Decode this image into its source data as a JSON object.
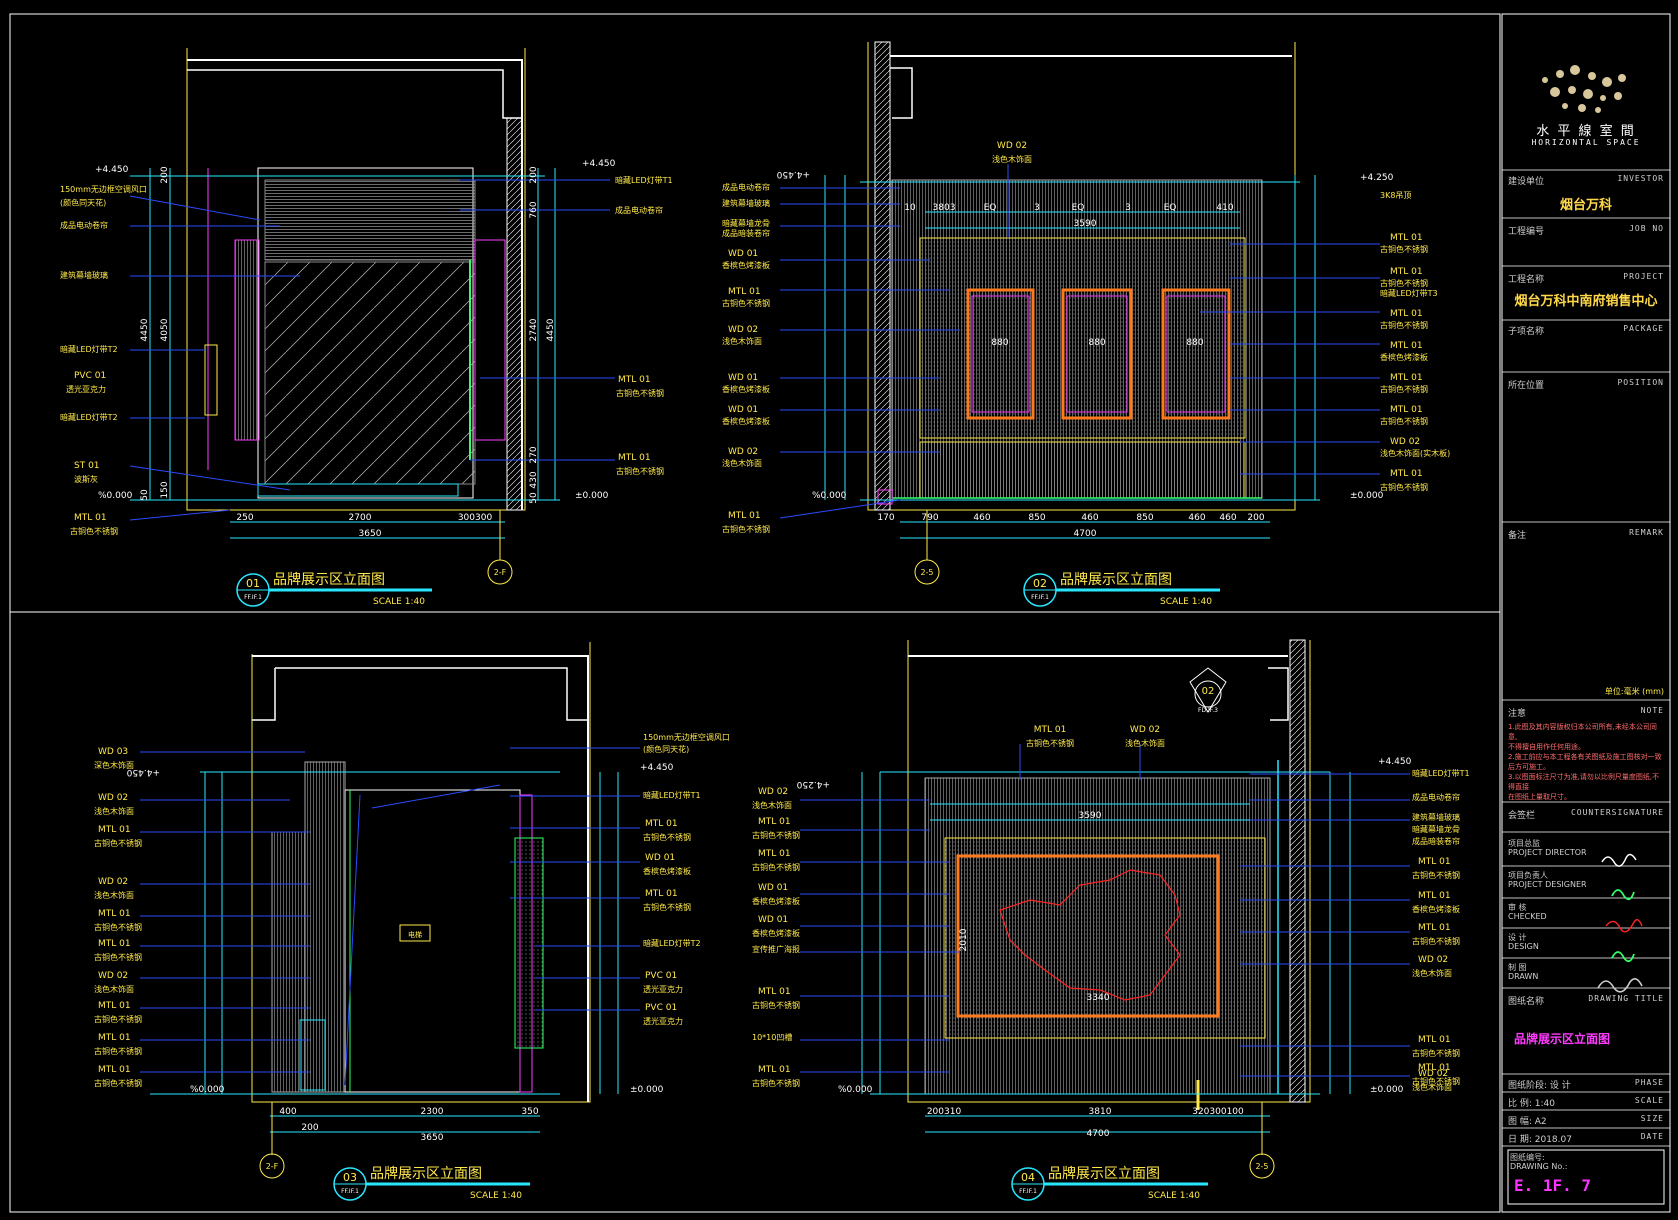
{
  "views": [
    {
      "num": "01",
      "ref": "FF.IF.1",
      "title": "品牌展示区立面图",
      "scale": "SCALE 1:40",
      "grid": "2-F"
    },
    {
      "num": "02",
      "ref": "FF.IF.1",
      "title": "品牌展示区立面图",
      "scale": "SCALE 1:40",
      "grid": "2-5"
    },
    {
      "num": "03",
      "ref": "FF.IF.1",
      "title": "品牌展示区立面图",
      "scale": "SCALE 1:40",
      "grid": "2-F"
    },
    {
      "num": "04",
      "ref": "FF.IF.1",
      "title": "品牌展示区立面图",
      "scale": "SCALE 1:40",
      "grid": "2-5"
    }
  ],
  "callout": {
    "num": "02",
    "ref": "FD.IF.3"
  },
  "elev": {
    "top450": "+4.450",
    "top250": "+4.250",
    "floor": "±0.000",
    "floor_b": "%0.000"
  },
  "view01": {
    "left_labels": [
      "150mm无边框空调风口",
      "(颜色同天花)",
      "成品电动卷帘",
      "建筑幕墙玻璃",
      "暗藏LED灯带T2",
      "PVC 01",
      "透光亚克力",
      "暗藏LED灯带T2",
      "ST 01",
      "波斯灰",
      "MTL 01",
      "古铜色不锈钢"
    ],
    "right_labels": [
      "暗藏LED灯带T1",
      "成品电动卷帘",
      "MTL 01",
      "古铜色不锈钢",
      "MTL 01",
      "古铜色不锈钢"
    ],
    "dims_bottom": [
      "250",
      "2700",
      "300300",
      "3650"
    ],
    "dims_left": [
      "4450",
      "4050",
      "200",
      "150",
      "50"
    ],
    "dims_right": [
      "200",
      "760",
      "2740",
      "4450",
      "270",
      "50",
      "430"
    ]
  },
  "view02": {
    "left_labels": [
      "成品电动卷帘",
      "建筑幕墙玻璃",
      "暗藏幕墙龙骨",
      "成品暗装卷帘",
      "WD 01",
      "香槟色烤漆板",
      "MTL 01",
      "古铜色不锈钢",
      "WD 02",
      "浅色木饰面",
      "WD 01",
      "香槟色烤漆板",
      "WD 01",
      "香槟色烤漆板",
      "WD 02",
      "浅色木饰面",
      "MTL 01",
      "古铜色不锈钢"
    ],
    "top_label": "WD 02",
    "top_label2": "浅色木饰面",
    "right_labels": [
      "3K8吊顶",
      "MTL 01",
      "古铜色不锈钢",
      "MTL 01",
      "古铜色不锈钢",
      "暗藏LED灯带T3",
      "MTL 01",
      "古铜色不锈钢",
      "MTL 01",
      "香槟色烤漆板",
      "MTL 01",
      "古铜色不锈钢",
      "MTL 01",
      "古铜色不锈钢",
      "WD 02",
      "浅色木饰面(实木板)",
      "MTL 01",
      "古铜色不锈钢"
    ],
    "dims_bottom": [
      "170",
      "790",
      "460",
      "850",
      "460",
      "850",
      "460",
      "460",
      "200",
      "4700"
    ],
    "dims_top": [
      "10",
      "3803",
      "EQ",
      "3",
      "EQ",
      "3",
      "EQ",
      "410",
      "3590"
    ],
    "dims_panels": [
      "880",
      "880",
      "880"
    ]
  },
  "view03": {
    "left_labels": [
      "WD 03",
      "深色木饰面",
      "WD 02",
      "浅色木饰面",
      "MTL 01",
      "古铜色不锈钢",
      "WD 02",
      "浅色木饰面",
      "MTL 01",
      "古铜色不锈钢",
      "MTL 01",
      "古铜色不锈钢",
      "WD 02",
      "浅色木饰面",
      "MTL 01",
      "古铜色不锈钢",
      "MTL 01",
      "古铜色不锈钢",
      "MTL 01",
      "古铜色不锈钢"
    ],
    "right_labels": [
      "150mm无边框空调风口",
      "(颜色同天花)",
      "暗藏LED灯带T1",
      "MTL 01",
      "古铜色不锈钢",
      "WD 01",
      "香槟色烤漆板",
      "MTL 01",
      "古铜色不锈钢",
      "暗藏LED灯带T2",
      "PVC 01",
      "透光亚克力",
      "PVC 01",
      "透光亚克力"
    ],
    "dims_bottom": [
      "400",
      "2300",
      "350",
      "200",
      "3650"
    ],
    "door_tag": "电梯"
  },
  "view04": {
    "top_labels": [
      "MTL 01",
      "古铜色不锈钢",
      "WD 02",
      "浅色木饰面"
    ],
    "left_labels": [
      "WD 02",
      "浅色木饰面",
      "MTL 01",
      "古铜色不锈钢",
      "MTL 01",
      "古铜色不锈钢",
      "WD 01",
      "香槟色烤漆板",
      "WD 01",
      "香槟色烤漆板",
      "宣传推广海报",
      "MTL 01",
      "古铜色不锈钢",
      "10*10凹槽",
      "MTL 01",
      "古铜色不锈钢"
    ],
    "right_labels": [
      "暗藏LED灯带T1",
      "成品电动卷帘",
      "建筑幕墙玻璃",
      "暗藏幕墙龙骨",
      "成品暗装卷帘",
      "MTL 01",
      "古铜色不锈钢",
      "MTL 01",
      "香槟色烤漆板",
      "MTL 01",
      "古铜色不锈钢",
      "WD 02",
      "浅色木饰面",
      "MTL 01",
      "古铜色不锈钢",
      "WD 02",
      "浅色木饰面",
      "MTL 01",
      "古铜色不锈钢"
    ],
    "dims_bottom": [
      "200310",
      "3810",
      "320300100",
      "4700"
    ],
    "dims_inner": [
      "3590",
      "3340",
      "2010"
    ]
  },
  "titleblock": {
    "company_cn": "水 平 線 室 間",
    "company_en": "HORIZONTAL SPACE",
    "investor_cn": "建设单位",
    "investor_en": "INVESTOR",
    "investor": "烟台万科",
    "jobno_cn": "工程编号",
    "jobno_en": "JOB NO",
    "project_cn": "工程名称",
    "project_en": "PROJECT",
    "project": "烟台万科中南府销售中心",
    "package_cn": "子项名称",
    "package_en": "PACKAGE",
    "position_cn": "所在位置",
    "position_en": "POSITION",
    "remark_cn": "备注",
    "remark_en": "REMARK",
    "unit": "单位:毫米 (mm)",
    "note_cn": "注意",
    "note_en": "NOTE",
    "notes": [
      "1.此图及其内容版权归本公司所有,未经本公司同意,",
      "  不得擅自用作任何用途。",
      "2.施工前应与本工程各有关图纸及施工图核对一致后方可施工。",
      "3.以图面标注尺寸为准,请勿以比例尺量度图纸,不得直接",
      "  在图纸上量取尺寸。"
    ],
    "counter_cn": "会签栏",
    "counter_en": "COUNTERSIGNATURE",
    "pd_cn": "项目总监",
    "pd_en": "PROJECT DIRECTOR",
    "des_cn": "项目负责人",
    "des_en": "PROJECT DESIGNER",
    "chk_cn": "审 核",
    "chk_en": "CHECKED",
    "dsg_cn": "设 计",
    "dsg_en": "DESIGN",
    "drw_cn": "制 图",
    "drw_en": "DRAWN",
    "title_cn": "图纸名称",
    "title_en": "DRAWING TITLE",
    "drawing_title": "品牌展示区立面图",
    "phase_cn": "图纸阶段: 设 计",
    "phase_en": "PHASE",
    "scale_cn": "比  例: 1:40",
    "scale_en": "SCALE",
    "size_cn": "图  幅: A2",
    "size_en": "SIZE",
    "date_cn": "日  期: 2018.07",
    "date_en": "DATE",
    "drawno_cn": "图纸编号:",
    "drawno_en": "DRAWING No.:",
    "drawno": "E. 1F. 7"
  },
  "colors": {
    "cyan": "#27e7ff",
    "yellow": "#ffe94a",
    "magenta": "#ff3bff",
    "blue": "#2a4bff",
    "green": "#33ff66",
    "orange": "#ff7a1a",
    "red": "#ff2424",
    "white": "#ffffff"
  }
}
